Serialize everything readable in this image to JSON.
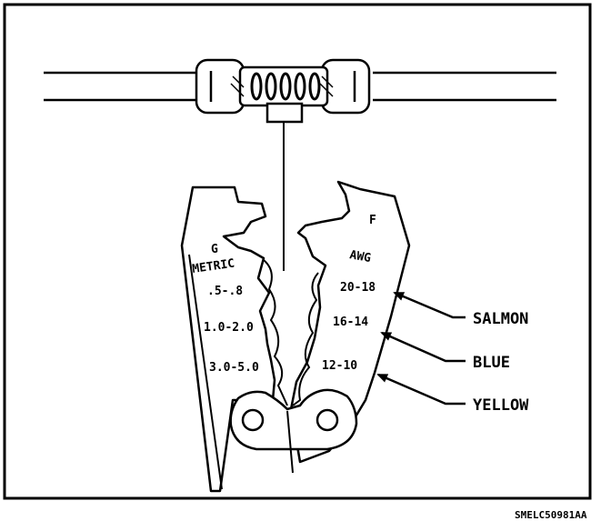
{
  "figure": {
    "jaw_left_letter": "G",
    "jaw_right_letter": "F",
    "metric_heading": "METRIC",
    "awg_heading": "AWG",
    "metric_sizes": [
      ".5-.8",
      "1.0-2.0",
      "3.0-5.0"
    ],
    "awg_sizes": [
      "20-18",
      "16-14",
      "12-10"
    ],
    "color_labels": [
      "SALMON",
      "BLUE",
      "YELLOW"
    ],
    "figure_code": "SMELC50981AA"
  }
}
